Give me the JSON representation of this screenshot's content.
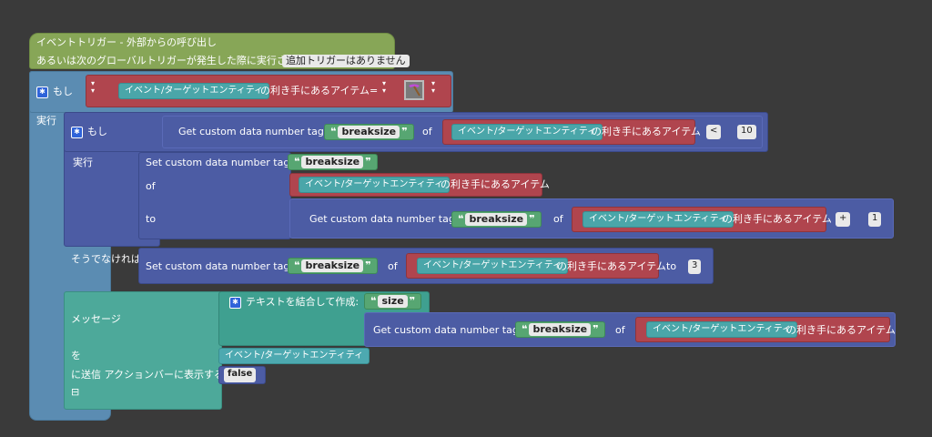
{
  "trigger": {
    "title": "イベントトリガー - 外部からの呼び出し",
    "alt_text": "あるいは次のグローバルトリガーが発生した際に実行される:",
    "add_trigger": "追加トリガーはありません"
  },
  "if_outer": {
    "label": "もし",
    "do_label": "実行"
  },
  "cond_outer": {
    "entity": "イベント/ターゲットエンティティ",
    "suffix": "の利き手にあるアイテム",
    "op": "=",
    "item_icon": "pickaxe-icon"
  },
  "if_inner": {
    "label": "もし",
    "do_label": "実行",
    "else_label": "そうでなければ"
  },
  "cond_inner": {
    "fn": "Get custom data number tag",
    "tag": "breaksize",
    "of": "of",
    "entity": "イベント/ターゲットエンティティ",
    "suffix": "の利き手にあるアイテム",
    "op": "<",
    "value": "10"
  },
  "set_block": {
    "fn": "Set custom data number tag",
    "tag": "breaksize",
    "of": "of",
    "entity": "イベント/ターゲットエンティティ",
    "suffix": "の利き手にあるアイテム",
    "to": "to",
    "get_fn": "Get custom data number tag",
    "get_tag": "breaksize",
    "get_of": "of",
    "get_entity": "イベント/ターゲットエンティティ",
    "get_suffix": "の利き手にあるアイテム",
    "op": "+",
    "value": "1"
  },
  "else_set": {
    "fn": "Set custom data number tag",
    "tag": "breaksize",
    "of": "of",
    "entity": "イベント/ターゲットエンティティ",
    "suffix": "の利き手にあるアイテム",
    "to": "to",
    "value": "3"
  },
  "message_block": {
    "message_label": "メッセージ",
    "join_label": "テキストを結合して作成:",
    "text1": "size",
    "get_fn": "Get custom data number tag",
    "get_tag": "breaksize",
    "get_of": "of",
    "get_entity": "イベント/ターゲットエンティティ",
    "get_suffix": "の利き手にあるアイテム",
    "to_label": "を",
    "target_entity": "イベント/ターゲットエンティティ",
    "actionbar_label": "に送信 アクションバーに表示する:",
    "actionbar_value": "false",
    "collapse_icon": "⊟"
  },
  "colors": {
    "background": "#3a3a3a",
    "trigger": "#87a657",
    "logic": "#4c5ca4",
    "if_block": "#5b8cb2",
    "item": "#b0454e",
    "entity": "#4aa6a9",
    "text": "#57a672",
    "message": "#4da99a"
  }
}
